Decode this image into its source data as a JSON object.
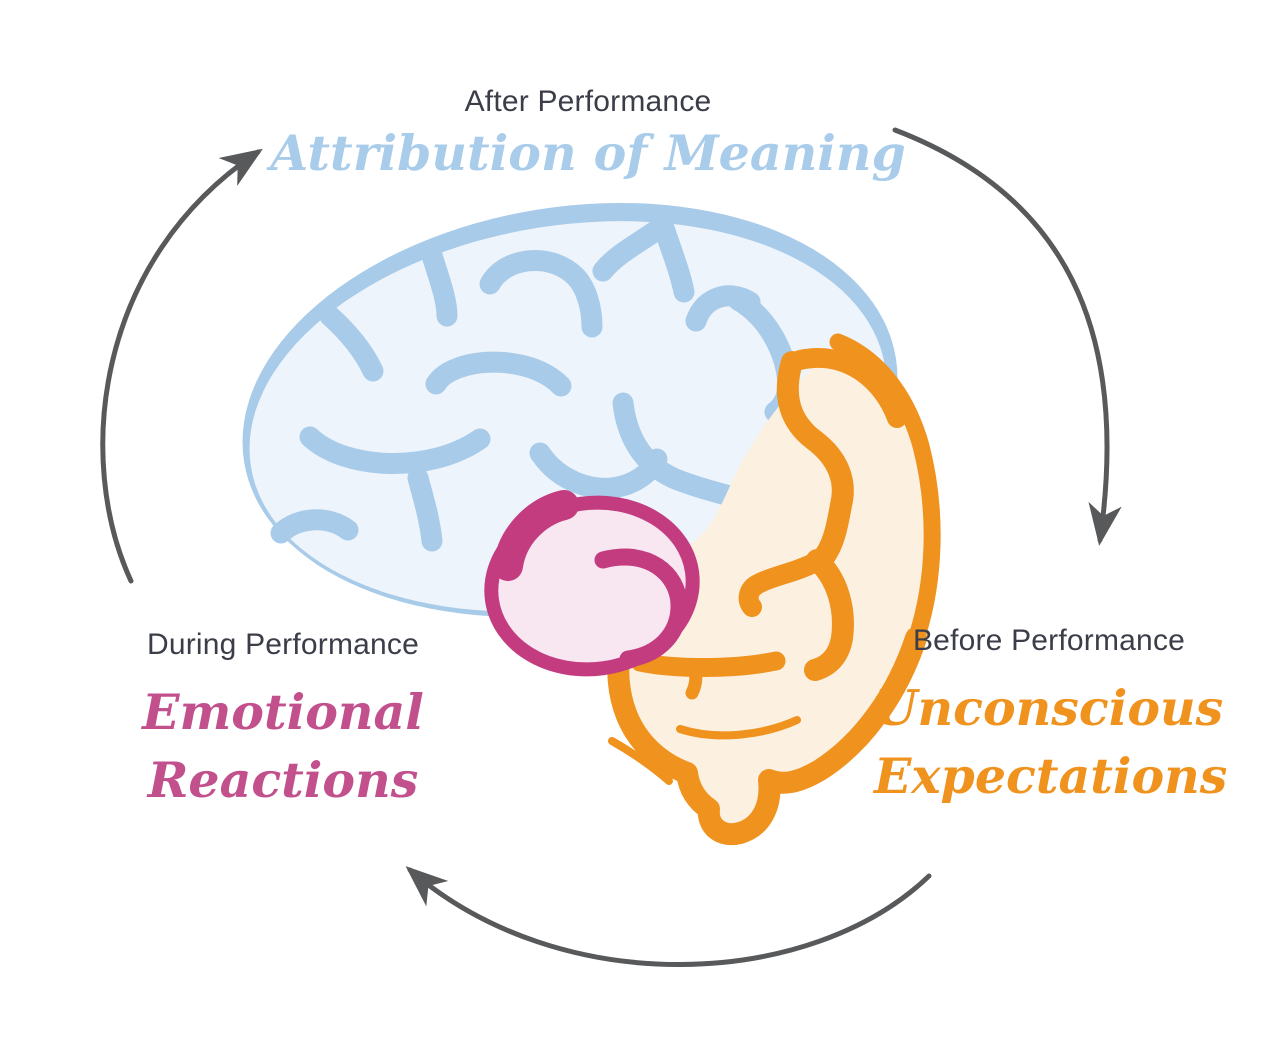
{
  "page": {
    "kind": "performance-cycle-brain-infographic",
    "background": "#FFFFFF",
    "text_color": "#3B3E48"
  },
  "stages": [
    {
      "position": "top",
      "timing": "After Performance",
      "concept": "Attribution of Meaning",
      "accent_color": "#A8CCEA"
    },
    {
      "position": "left",
      "timing": "During Performance",
      "concept": "Emotional Reactions",
      "accent_color": "#C1508C"
    },
    {
      "position": "right",
      "timing": "Before Performance",
      "concept": "Unconscious Expectations",
      "accent_color": "#F0921E"
    }
  ],
  "illustration": {
    "icon": "brain-lateral-view-icon",
    "regions": [
      {
        "name": "cerebrum",
        "fill": "#EEF4FB",
        "line": "#A8CBE9"
      },
      {
        "name": "temporal-lobe-cerebellum",
        "fill": "#FCF0E1",
        "line": "#F0921E"
      },
      {
        "name": "amygdala",
        "fill": "#F8E7F1",
        "line": "#C33C80"
      }
    ],
    "arrows": {
      "color": "#58595B",
      "count": 3,
      "direction": "clockwise"
    }
  }
}
